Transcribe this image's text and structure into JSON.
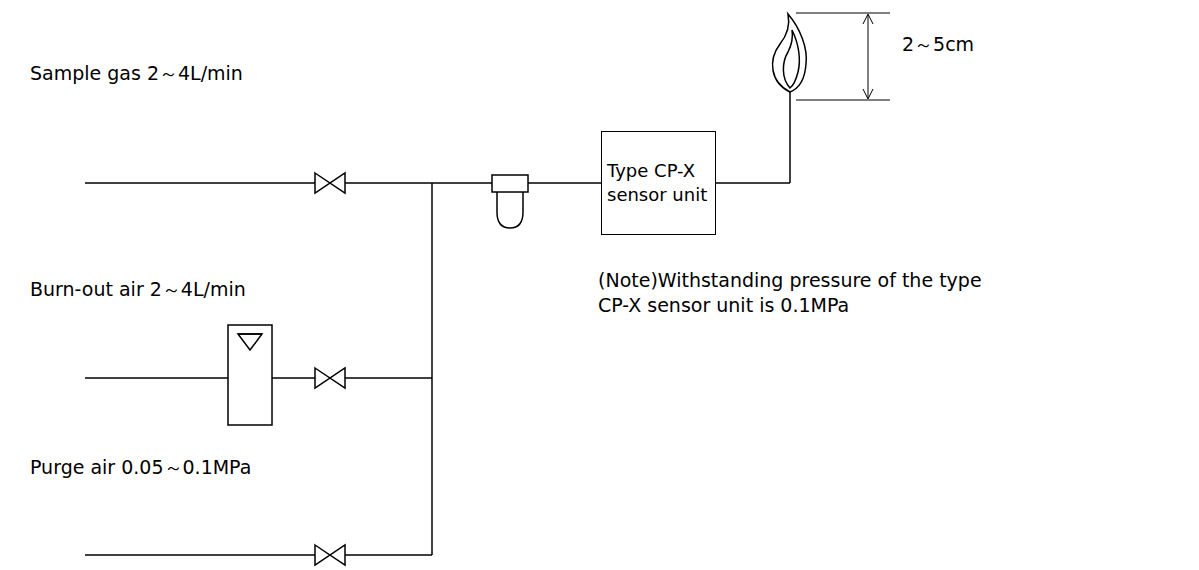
{
  "diagram": {
    "nodes": [
      {
        "text": [
          "Type CP-X sensor unit"
        ]
      }
    ],
    "labels": [
      "Sample gas  2～4L/min",
      "Burn-out air  2～4L/min",
      "Purge air  0.05～0.1MPa",
      "(Note)Withstanding pressure of the type CP-X sensor unit is 0.1MPa",
      "2～5cm"
    ]
  }
}
